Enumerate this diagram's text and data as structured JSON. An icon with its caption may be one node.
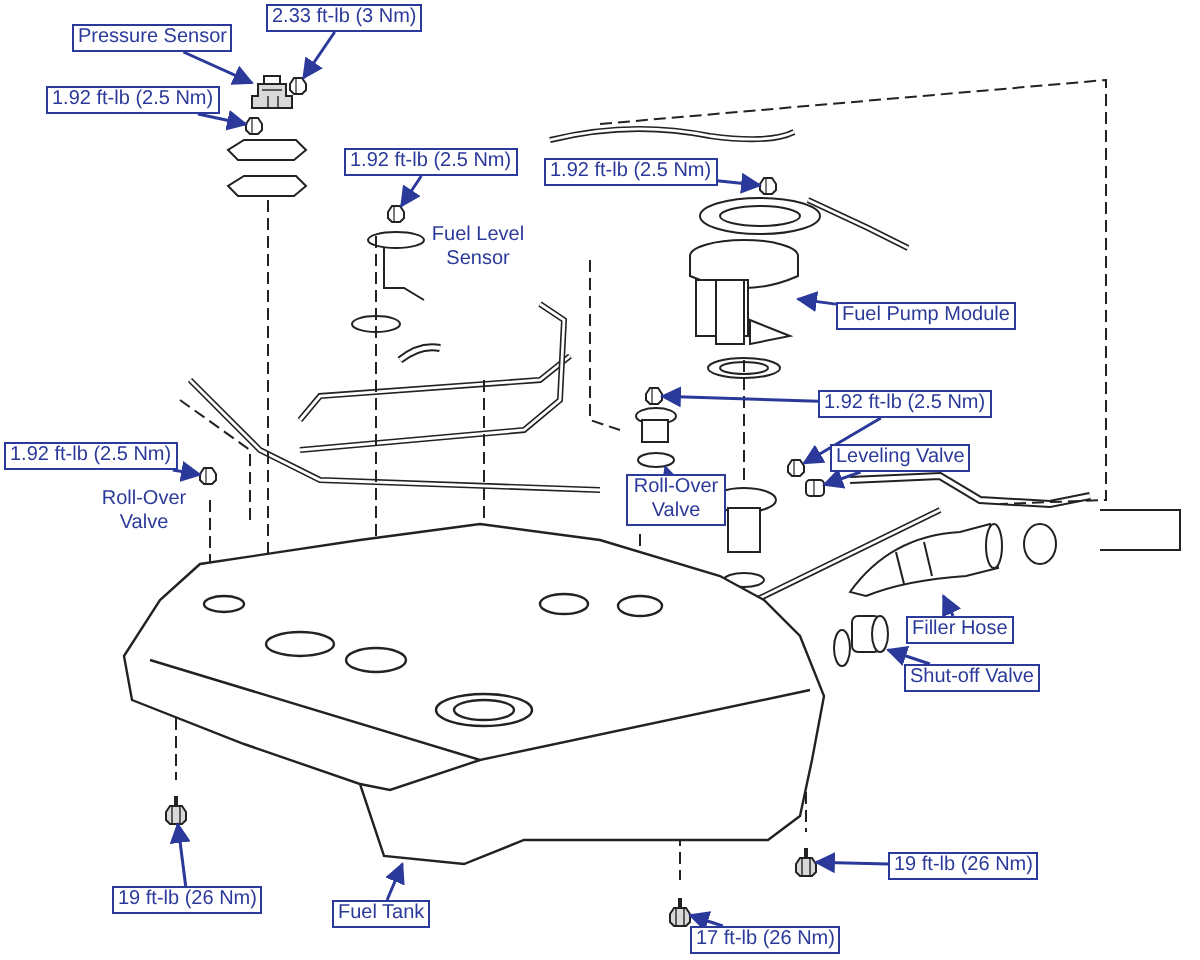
{
  "diagram": {
    "nodes": [
      {
        "text": [
          "Pressure Sensor"
        ]
      },
      {
        "text": [
          "2.33 ft-lb (3 Nm)"
        ]
      },
      {
        "text": [
          "1.92 ft-lb (2.5 Nm)"
        ]
      },
      {
        "text": [
          "1.92 ft-lb (2.5 Nm)"
        ]
      },
      {
        "text": [
          "1.92 ft-lb (2.5 Nm)"
        ]
      },
      {
        "text": [
          "Fuel Pump Module"
        ]
      },
      {
        "text": [
          "1.92 ft-lb (2.5 Nm)"
        ]
      },
      {
        "text": [
          "Leveling Valve"
        ]
      },
      {
        "text": [
          "Roll-Over Valve"
        ]
      },
      {
        "text": [
          "1.92 ft-lb (2.5 Nm)"
        ]
      },
      {
        "text": [
          "Filler Hose"
        ]
      },
      {
        "text": [
          "Shut-off Valve"
        ]
      },
      {
        "text": [
          "19 ft-lb (26 Nm)"
        ]
      },
      {
        "text": [
          "Fuel Tank"
        ]
      },
      {
        "text": [
          "19 ft-lb (26 Nm)"
        ]
      },
      {
        "text": [
          "17 ft-lb (26 Nm)"
        ]
      },
      {
        "text": [],
        "shape": "picture"
      },
      {
        "text": [],
        "shape": "picture"
      },
      {
        "text": [],
        "shape": "picture"
      },
      {
        "text": [],
        "shape": "picture"
      },
      {
        "text": [],
        "shape": "picture"
      },
      {
        "text": [],
        "shape": "picture"
      },
      {
        "text": [],
        "shape": "picture"
      },
      {
        "text": [],
        "shape": "picture"
      },
      {
        "text": [],
        "shape": "picture"
      },
      {
        "text": [],
        "shape": "picture"
      },
      {
        "text": [],
        "shape": "picture"
      },
      {
        "text": [],
        "shape": "picture"
      },
      {
        "text": [],
        "shape": "picture"
      },
      {
        "text": [],
        "shape": "picture"
      },
      {
        "text": [],
        "shape": "picture"
      },
      {
        "text": [],
        "shape": "picture"
      },
      {
        "text": [],
        "shape": "picture"
      }
    ],
    "edges": [
      {
        "from": 0,
        "to": 16,
        "arrow": "to"
      },
      {
        "from": 1,
        "to": 17,
        "arrow": "to"
      },
      {
        "from": 2,
        "to": 18,
        "arrow": "to"
      },
      {
        "from": 3,
        "to": 19,
        "arrow": "to"
      },
      {
        "from": 4,
        "to": 20,
        "arrow": "to"
      },
      {
        "from": 5,
        "to": 21,
        "arrow": "to"
      },
      {
        "from": 6,
        "to": 22,
        "arrow": "to"
      },
      {
        "from": 6,
        "to": 23,
        "arrow": "to"
      },
      {
        "from": 7,
        "to": 24,
        "arrow": "to"
      },
      {
        "from": 8,
        "to": 25,
        "arrow": "to"
      },
      {
        "from": 9,
        "to": 26,
        "arrow": "to"
      },
      {
        "from": 10,
        "to": 27,
        "arrow": "to"
      },
      {
        "from": 11,
        "to": 28,
        "arrow": "to"
      },
      {
        "from": 12,
        "to": 29,
        "arrow": "to"
      },
      {
        "from": 13,
        "to": 30,
        "arrow": "to"
      },
      {
        "from": 14,
        "to": 31,
        "arrow": "to"
      },
      {
        "from": 15,
        "to": 32,
        "arrow": "to"
      }
    ],
    "labels": [
      "Fuel Level Sensor",
      "Roll-Over Valve"
    ]
  }
}
